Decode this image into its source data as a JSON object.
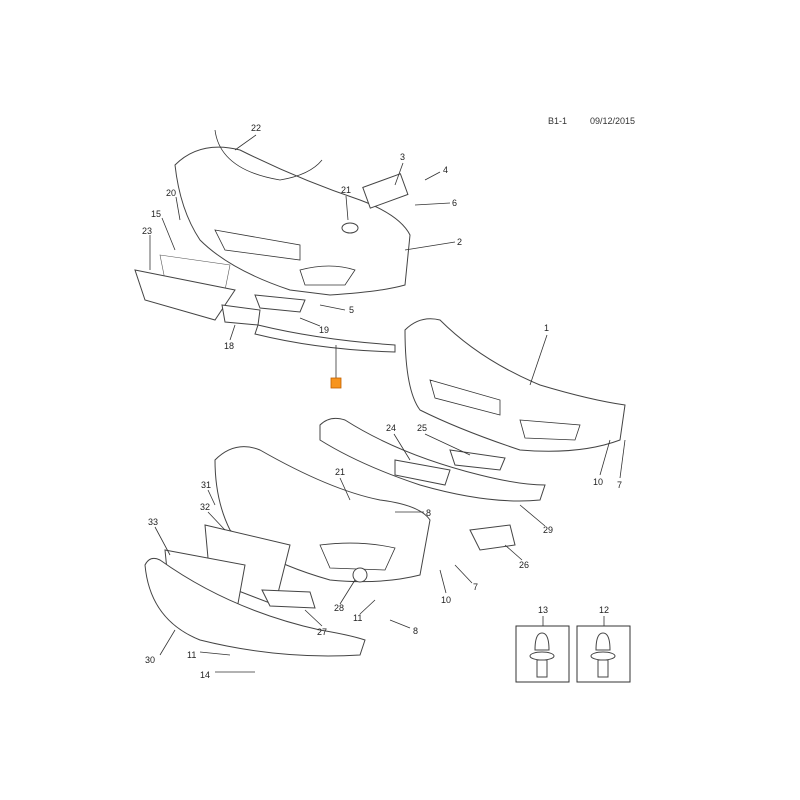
{
  "header": {
    "ref": "B1-1",
    "date": "09/12/2015"
  },
  "callouts": [
    "22",
    "3",
    "4",
    "21",
    "6",
    "20",
    "15",
    "23",
    "2",
    "5",
    "19",
    "18",
    "1",
    "24",
    "25",
    "21",
    "31",
    "8",
    "32",
    "33",
    "29",
    "26",
    "10",
    "7",
    "7",
    "10",
    "28",
    "11",
    "27",
    "8",
    "30",
    "11",
    "14",
    "13",
    "12"
  ],
  "marker_color": "#f7941d"
}
